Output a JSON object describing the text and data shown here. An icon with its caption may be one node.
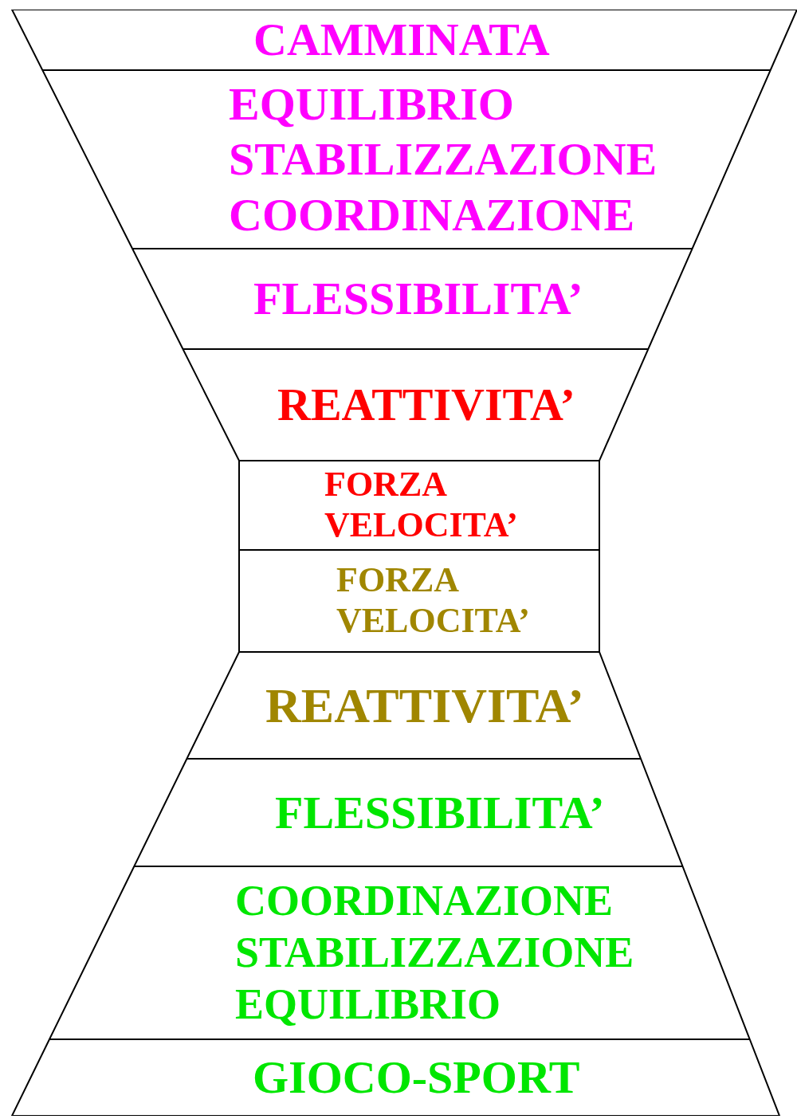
{
  "diagram": {
    "nodes": [
      {
        "text": [
          "CAMMINATA"
        ]
      },
      {
        "text": [
          "EQUILIBRIO",
          "STABILIZZAZIONE",
          "COORDINAZIONE"
        ]
      },
      {
        "text": [
          "FLESSIBILITA’"
        ]
      },
      {
        "text": [
          "REATTIVITA’"
        ]
      },
      {
        "text": [
          "FORZA VELOCITA’"
        ]
      },
      {
        "text": [
          "FORZA VELOCITA’"
        ]
      },
      {
        "text": [
          "REATTIVITA’"
        ]
      },
      {
        "text": [
          "FLESSIBILITA’"
        ]
      },
      {
        "text": [
          "COORDINAZIONE",
          "STABILIZZAZIONE",
          "EQUILIBRIO"
        ]
      },
      {
        "text": [
          "GIOCO-SPORT"
        ]
      }
    ]
  }
}
